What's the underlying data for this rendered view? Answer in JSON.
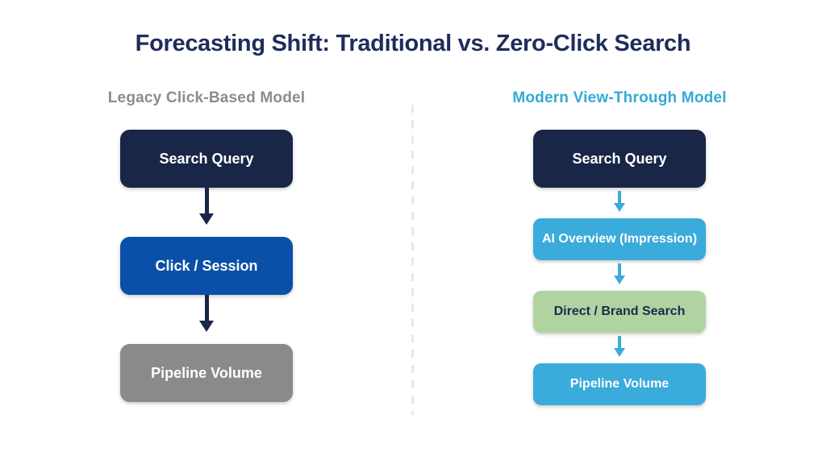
{
  "title": "Forecasting Shift: Traditional vs. Zero-Click Search",
  "colors": {
    "title_text": "#1f2d5c",
    "navy": "#192647",
    "blue": "#0a4fa8",
    "gray": "#8a8a8a",
    "cyan": "#3aabda",
    "green": "#afd4a2",
    "header_gray": "#8c8c8c",
    "header_cyan": "#35a9d6",
    "divider": "#e8e8e8",
    "background": "#ffffff"
  },
  "left_column": {
    "header": "Legacy Click-Based Model",
    "arrow_color": "#192647",
    "nodes": [
      {
        "label": "Search Query",
        "bg": "#192647",
        "text_color": "#ffffff"
      },
      {
        "label": "Click / Session",
        "bg": "#0a4fa8",
        "text_color": "#ffffff"
      },
      {
        "label": "Pipeline Volume",
        "bg": "#8a8a8a",
        "text_color": "#ffffff"
      }
    ]
  },
  "right_column": {
    "header": "Modern View-Through Model",
    "arrow_color": "#3aabda",
    "nodes": [
      {
        "label": "Search Query",
        "bg": "#192647",
        "text_color": "#ffffff"
      },
      {
        "label": "AI Overview (Impression)",
        "bg": "#3aabda",
        "text_color": "#ffffff"
      },
      {
        "label": "Direct / Brand Search",
        "bg": "#afd4a2",
        "text_color": "#1b2a4e"
      },
      {
        "label": "Pipeline Volume",
        "bg": "#3aabda",
        "text_color": "#ffffff"
      }
    ]
  }
}
